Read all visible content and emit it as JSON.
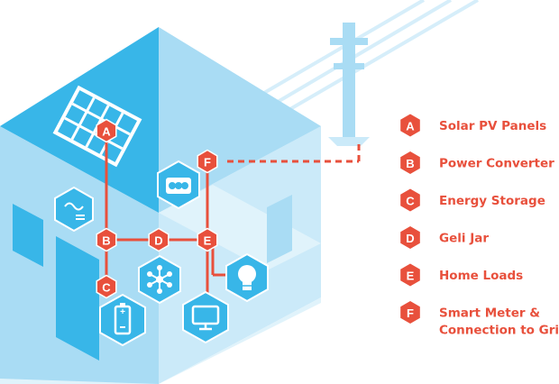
{
  "colors": {
    "accent": "#e8503c",
    "house_dark": "#38b6e8",
    "house_mid": "#a9dcf4",
    "house_light": "#cbeaf9",
    "house_pale": "#e0f3fb",
    "white": "#ffffff"
  },
  "diagram": {
    "nodes": [
      {
        "id": "A",
        "label": "A"
      },
      {
        "id": "B",
        "label": "B"
      },
      {
        "id": "C",
        "label": "C"
      },
      {
        "id": "D",
        "label": "D"
      },
      {
        "id": "E",
        "label": "E"
      },
      {
        "id": "F",
        "label": "F"
      }
    ],
    "icons": [
      "solar-panel-icon",
      "power-converter-icon",
      "battery-icon",
      "network-hub-icon",
      "meter-icon",
      "light-bulb-icon",
      "monitor-icon",
      "utility-pole-icon"
    ]
  },
  "legend": [
    {
      "letter": "A",
      "lines": [
        "Solar PV Panels"
      ]
    },
    {
      "letter": "B",
      "lines": [
        "Power Converter"
      ]
    },
    {
      "letter": "C",
      "lines": [
        "Energy Storage"
      ]
    },
    {
      "letter": "D",
      "lines": [
        "Geli Jar"
      ]
    },
    {
      "letter": "E",
      "lines": [
        "Home Loads"
      ]
    },
    {
      "letter": "F",
      "lines": [
        "Smart Meter &",
        "Connection to Grid"
      ]
    }
  ]
}
